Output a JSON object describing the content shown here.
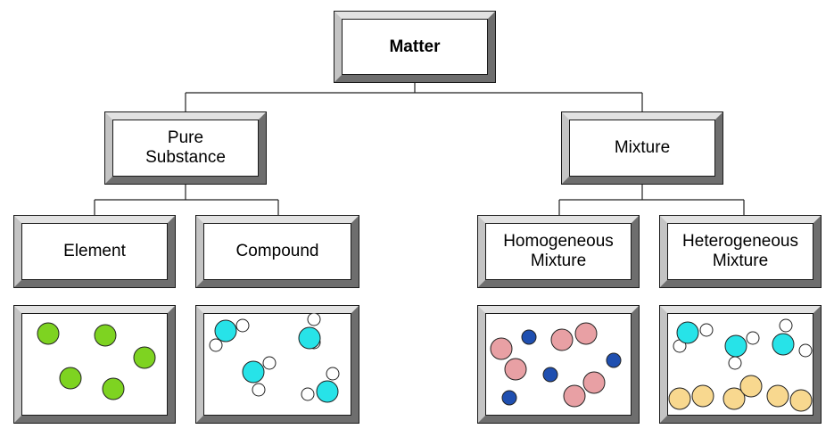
{
  "nodes": {
    "matter": "Matter",
    "pure_line1": "Pure",
    "pure_line2": "Substance",
    "mixture": "Mixture",
    "element": "Element",
    "compound": "Compound",
    "homog_line1": "Homogeneous",
    "homog_line2": "Mixture",
    "hetero_line1": "Heterogeneous",
    "hetero_line2": "Mixture"
  },
  "colors": {
    "element_atom": "#7ed321",
    "water_o": "#27e3e8",
    "water_h": "#ffffff",
    "pink_particle": "#e8a0a4",
    "blue_particle": "#1f4fb0",
    "sand_particle": "#f8d88f"
  }
}
